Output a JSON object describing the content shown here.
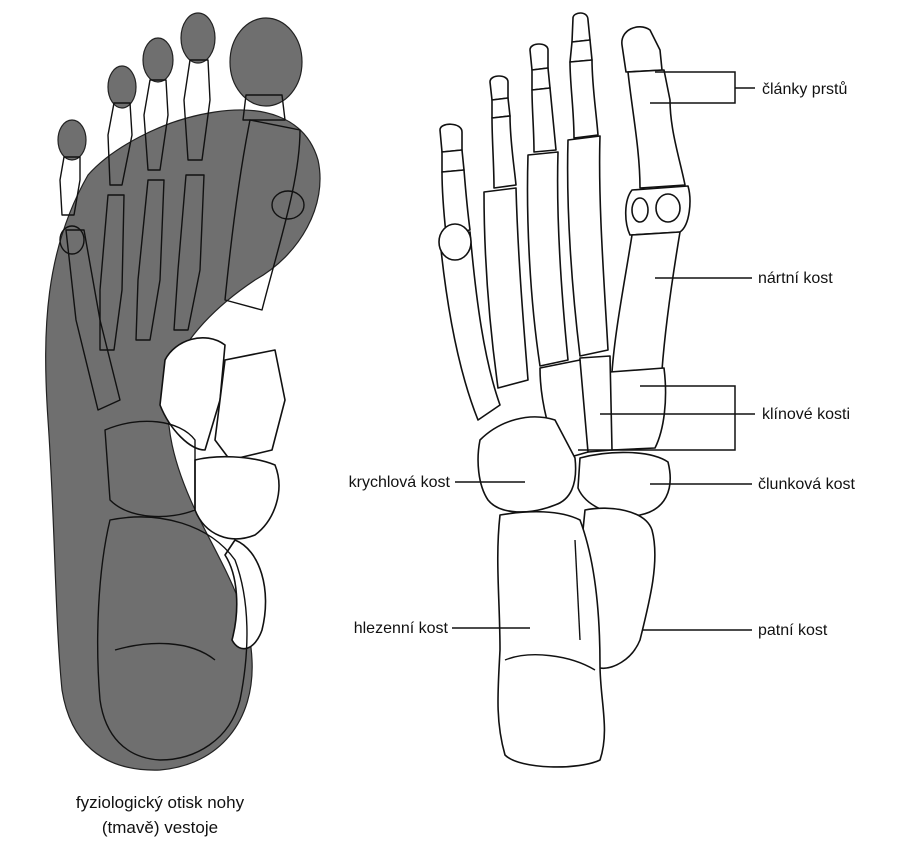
{
  "labels": {
    "phalanges": "články prstů",
    "metatarsal": "nártní kost",
    "cuneiform": "klínové kosti",
    "cuboid": "krychlová kost",
    "navicular": "člunková kost",
    "talus": "hlezenní kost",
    "calcaneus": "patní kost"
  },
  "caption": {
    "line1": "fyziologický otisk nohy",
    "line2": "(tmavě) vestoje"
  },
  "colors": {
    "footprint_shade": "#6f6f6f",
    "outline": "#111111",
    "background": "#ffffff"
  }
}
